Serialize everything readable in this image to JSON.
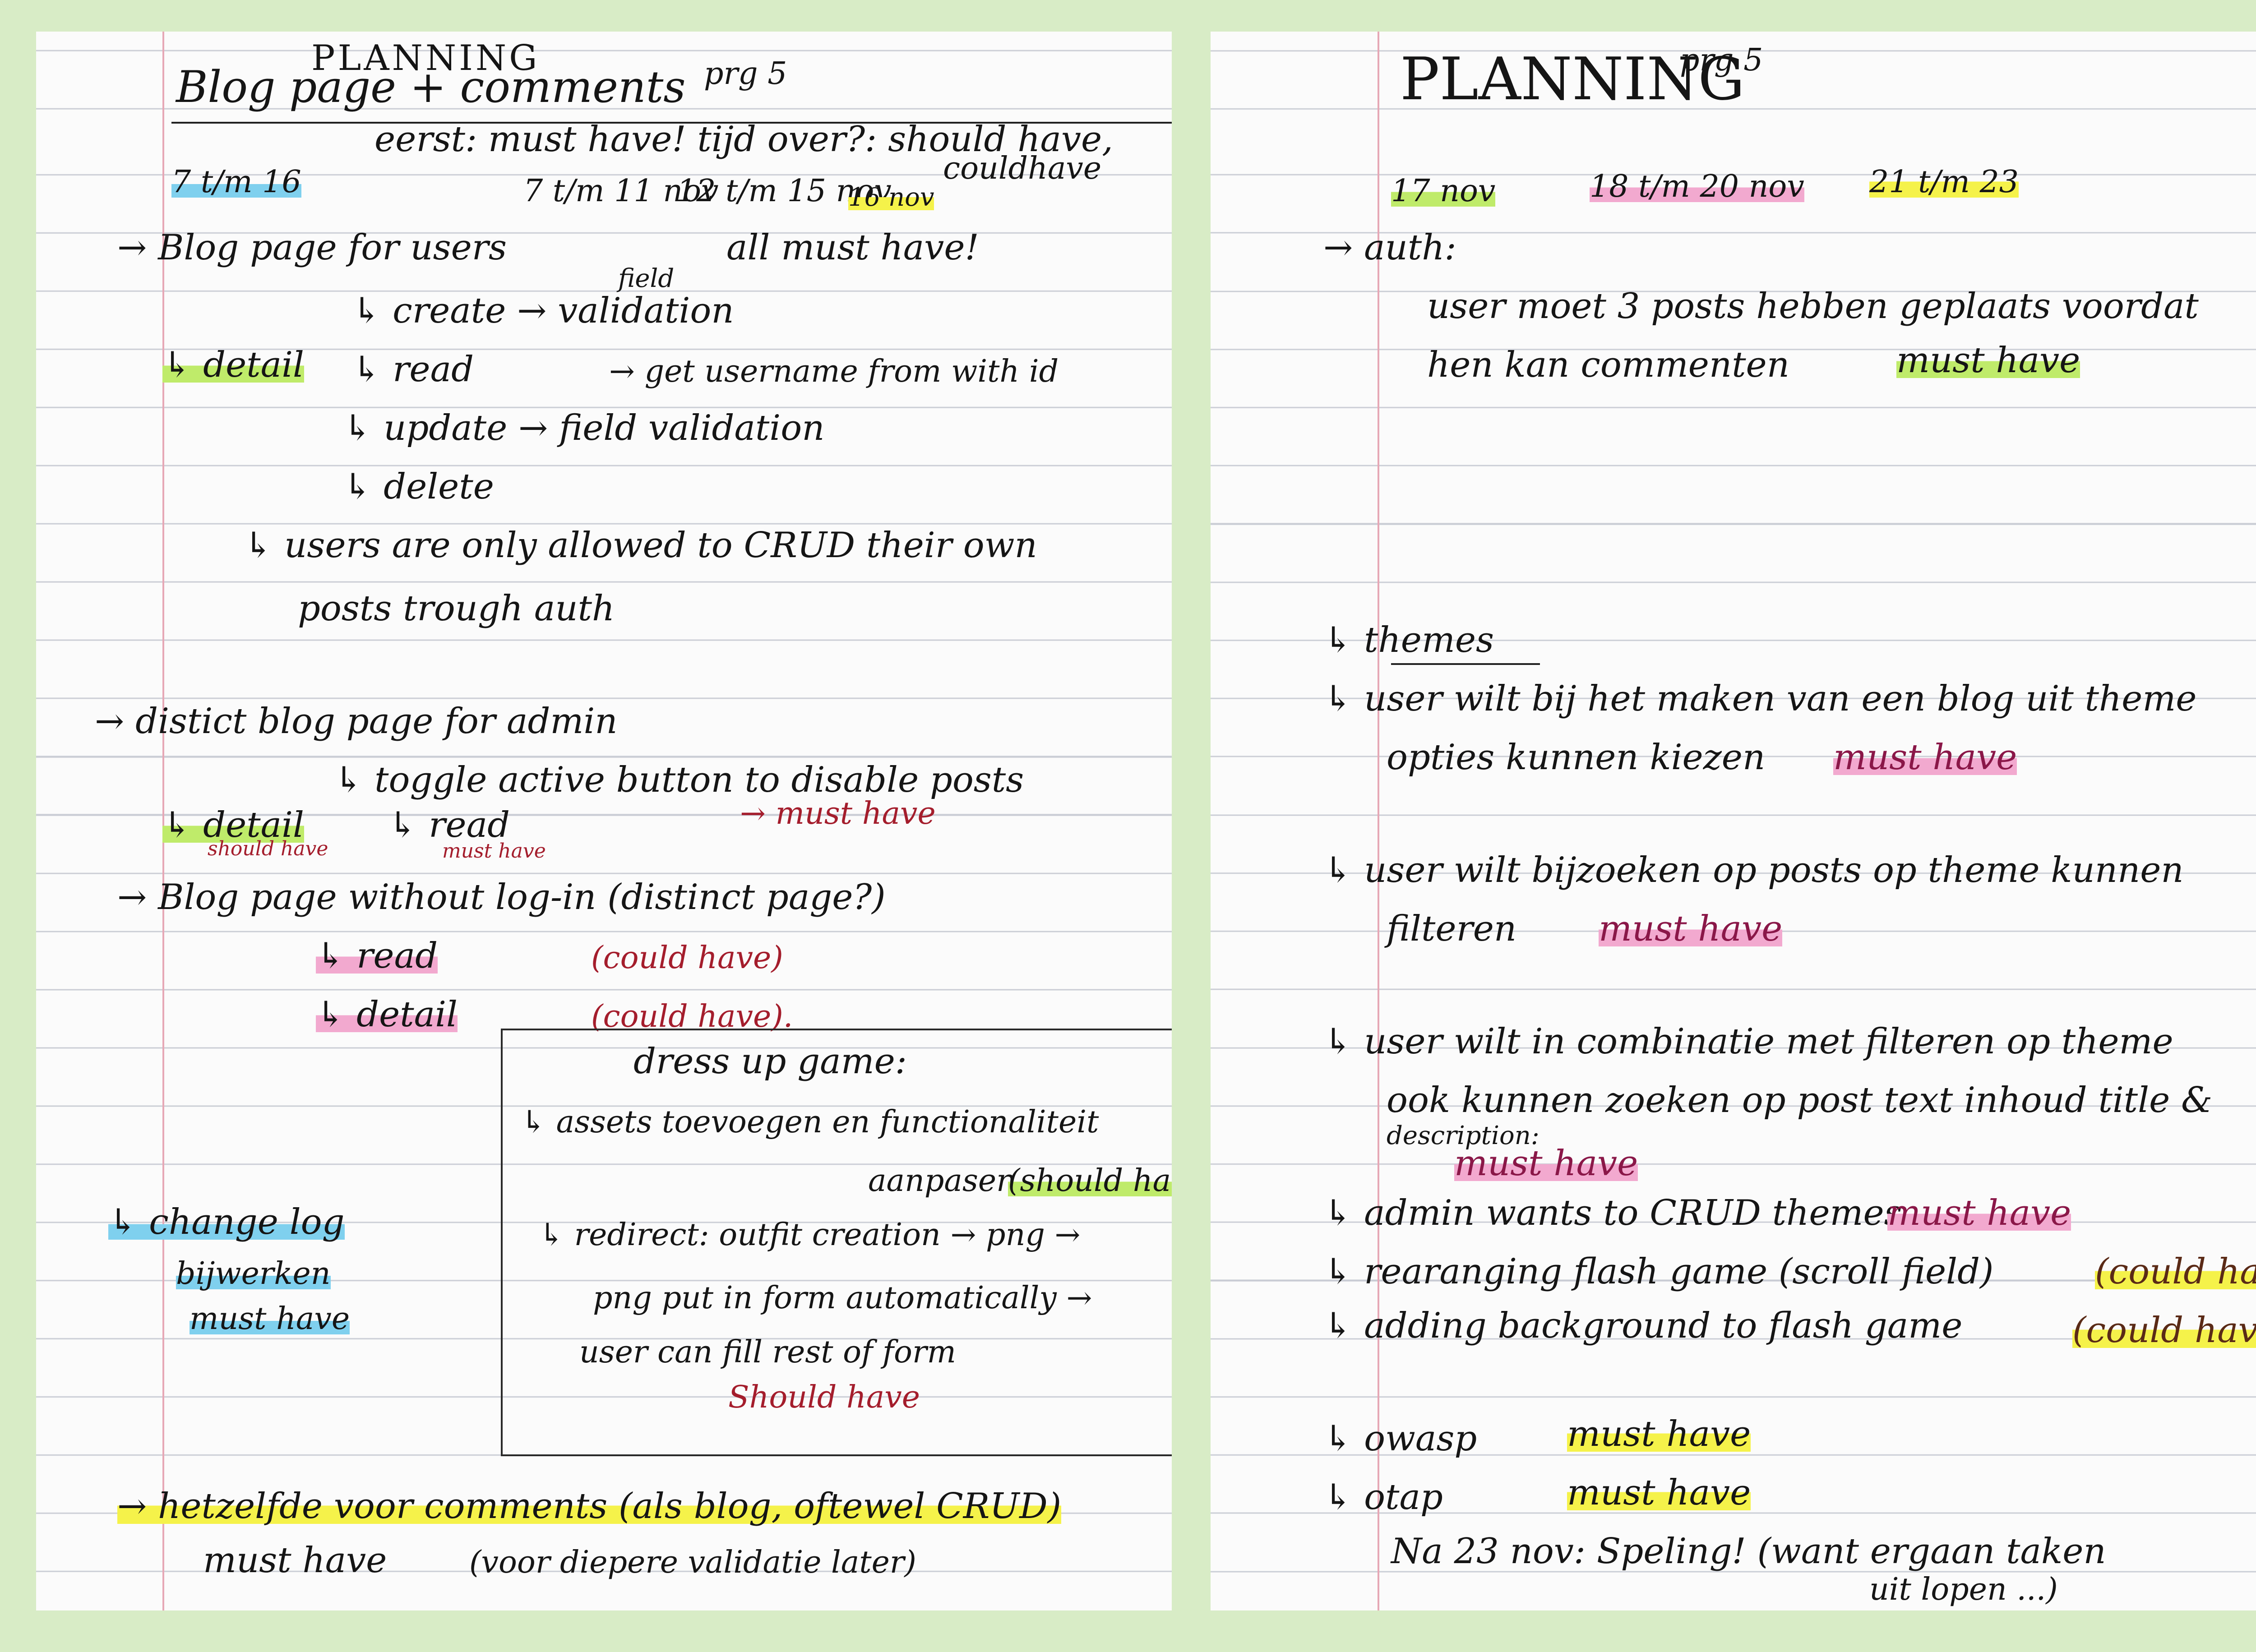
{
  "left_page": {
    "heading": "PLANNING",
    "title": "Blog page + comments",
    "page_ref": "prg 5",
    "priority_note_a": "eerst: must have! tijd over?: should have,",
    "priority_note_b": "couldhave",
    "dates": {
      "range_a": "7 t/m 16",
      "range_b": "7 t/m 11 nov",
      "range_c": "12 t/m 15 nov",
      "range_d": "16 nov"
    },
    "lines": [
      "→ Blog page for users",
      "all must have!",
      "field",
      "↳ create → validation",
      "↳ detail",
      "↳ read",
      "→ get username from with id",
      "↳ update → field validation",
      "↳ delete",
      "↳ users are only allowed to CRUD their own",
      "posts trough auth",
      "→ distict blog page for admin",
      "↳ toggle active button to disable posts",
      "→ must have",
      "↳ detail",
      "should have",
      "↳ read",
      "must have",
      "→ Blog page without log-in (distinct page?)",
      "↳ read",
      "(could have)",
      "↳ detail",
      "(could have).",
      "↳ change log",
      "bijwerken",
      "must have",
      "→ hetzelfde voor comments (als blog, oftewel CRUD)",
      "must have",
      "(voor diepere validatie later)"
    ],
    "box": {
      "title": "dress up game:",
      "line_1": "↳ assets toevoegen en functionaliteit",
      "line_2": "aanpasen",
      "line_2_tag": "(should have)",
      "line_3": "↳ redirect: outfit creation → png →",
      "line_4": "png put in form automatically →",
      "line_5": "user can fill rest of form",
      "line_6": "Should have"
    }
  },
  "right_page": {
    "heading": "PLANNING",
    "page_ref": "prg 5",
    "dates": {
      "a": "17 nov",
      "b": "18 t/m 20 nov",
      "c": "21 t/m 23"
    },
    "lines": [
      "→ auth:",
      "user moet 3 posts hebben geplaats voordat",
      "hen kan commenten",
      "must have",
      "↳ themes",
      "↳ user wilt bij het maken van een blog uit theme",
      "opties kunnen kiezen",
      "must have",
      "↳ user wilt bijzoeken op posts op theme kunnen",
      "filteren",
      "must have",
      "↳ user wilt in combinatie met filteren op theme",
      "ook kunnen zoeken op post text inhoud title &",
      "description:",
      "must have",
      "↳ admin wants to CRUD themes",
      "must have",
      "↳ rearanging flash game (scroll field)",
      "(could have)",
      "↳ adding background to flash game",
      "(could have)",
      "↳ owasp",
      "must have",
      "↳ otap",
      "must have",
      "Na 23 nov: Speling! (want ergaan taken",
      "uit lopen ...)"
    ]
  },
  "colors": {
    "green_highlight": "#bfeb6a",
    "yellow_highlight": "#f5f24a",
    "pink_highlight": "#f2a9cf",
    "blue_highlight": "#7fd0ee"
  }
}
